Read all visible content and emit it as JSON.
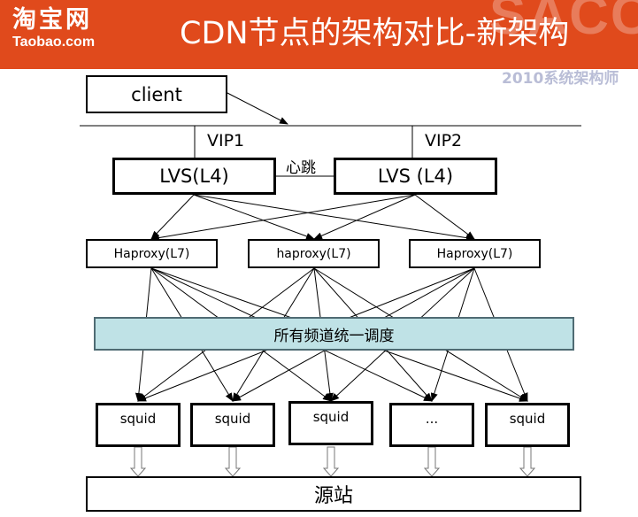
{
  "header": {
    "logo_cn": "淘宝网",
    "logo_en": "Taobao.com",
    "title": "CDN节点的架构对比-新架构",
    "watermark": "SACC",
    "watermark_sub": "2010系统架构师"
  },
  "diagram": {
    "client": "client",
    "vip1": "VIP1",
    "vip2": "VIP2",
    "heartbeat": "心跳",
    "lvs_left": "LVS(L4)",
    "lvs_right": "LVS (L4)",
    "haproxy": [
      "Haproxy(L7)",
      "haproxy(L7)",
      "Haproxy(L7)"
    ],
    "scheduler": "所有频道统一调度",
    "squid": [
      "squid",
      "squid",
      "squid",
      "...",
      "squid"
    ],
    "origin": "源站"
  },
  "colors": {
    "header_bg": "#e04a1c",
    "scheduler_fill": "#bfe2e6",
    "scheduler_border": "#4f6b73"
  }
}
